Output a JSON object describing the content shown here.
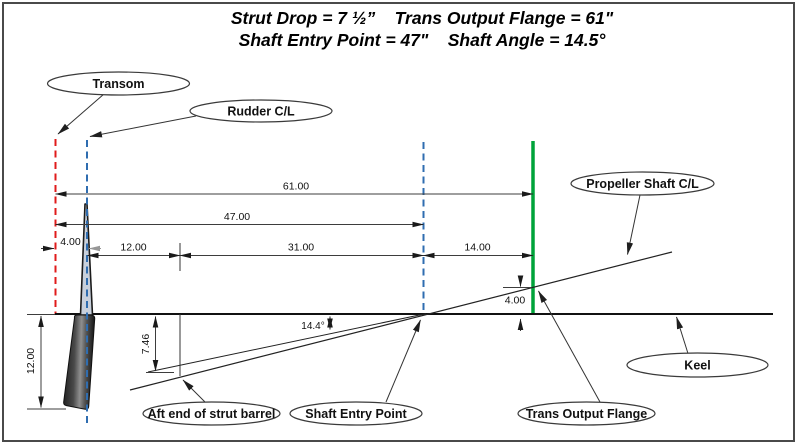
{
  "title": {
    "line1": "Strut Drop = 7 ½”    Trans Output Flange = 61\"",
    "line2": "Shaft Entry Point = 47\"    Shaft Angle = 14.5°"
  },
  "dimensions": {
    "trans_output_flange_len": "61.00",
    "shaft_entry_len": "47.00",
    "transom_to_rudder": "4.00",
    "rudder_to_barrel": "12.00",
    "barrel_to_entry": "31.00",
    "entry_to_flange": "14.00",
    "flange_above_keel": "4.00",
    "barrel_drop": "7.46",
    "rudder_depth": "12.00",
    "shaft_angle": "14.4°"
  },
  "callouts": {
    "transom": "Transom",
    "rudder_cl": "Rudder C/L",
    "prop_shaft_cl": "Propeller Shaft C/L",
    "keel": "Keel",
    "aft_strut_barrel": "Aft end of strut barrel",
    "shaft_entry_point": "Shaft Entry Point",
    "trans_output_flange": "Trans Output Flange"
  },
  "colors": {
    "transom_line": "#e01b1b",
    "centerline_blue": "#2f6db0",
    "flange_line": "#00a33a"
  }
}
